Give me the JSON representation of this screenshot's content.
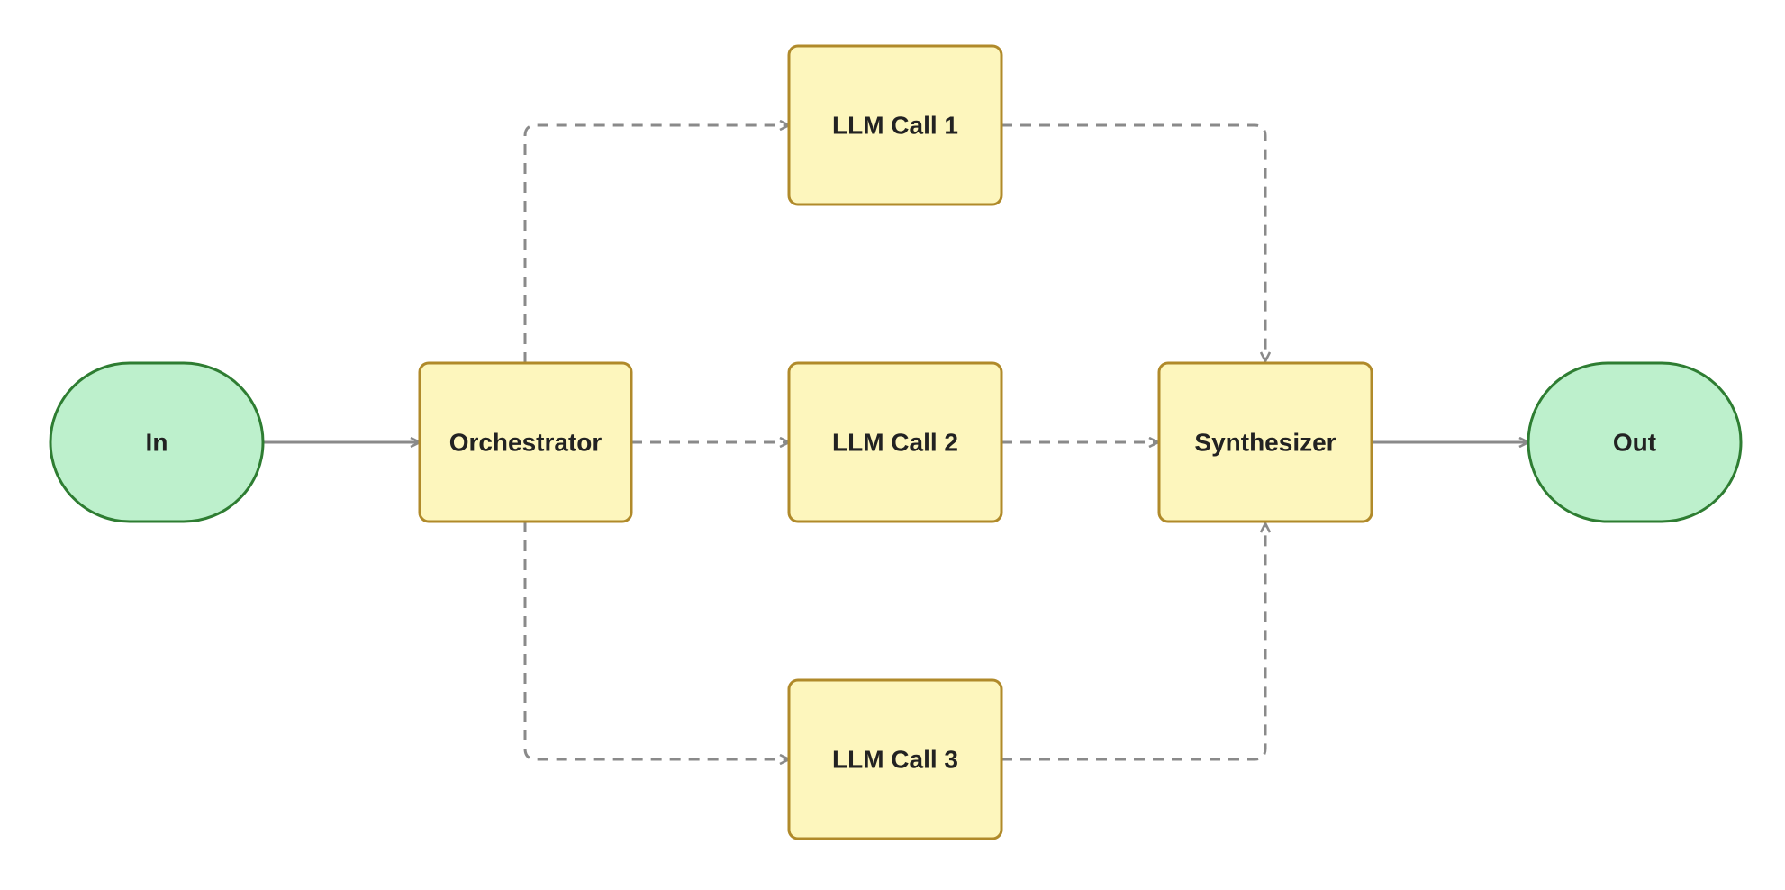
{
  "colors": {
    "terminal_fill": "#bdf0cc",
    "terminal_stroke": "#2e7d32",
    "process_fill": "#fdf6bd",
    "process_stroke": "#b08a2a",
    "edge": "#8a8a8a",
    "label": "#222222"
  },
  "nodes": {
    "input": {
      "label": "In",
      "shape": "stadium"
    },
    "orchestrator": {
      "label": "Orchestrator",
      "shape": "rounded-rect"
    },
    "llm_call_1": {
      "label": "LLM Call 1",
      "shape": "rounded-rect"
    },
    "llm_call_2": {
      "label": "LLM Call 2",
      "shape": "rounded-rect"
    },
    "llm_call_3": {
      "label": "LLM Call 3",
      "shape": "rounded-rect"
    },
    "synthesizer": {
      "label": "Synthesizer",
      "shape": "rounded-rect"
    },
    "output": {
      "label": "Out",
      "shape": "stadium"
    }
  },
  "edges": [
    {
      "from": "input",
      "to": "orchestrator",
      "style": "solid"
    },
    {
      "from": "orchestrator",
      "to": "llm_call_1",
      "style": "dashed"
    },
    {
      "from": "orchestrator",
      "to": "llm_call_2",
      "style": "dashed"
    },
    {
      "from": "orchestrator",
      "to": "llm_call_3",
      "style": "dashed"
    },
    {
      "from": "llm_call_1",
      "to": "synthesizer",
      "style": "dashed"
    },
    {
      "from": "llm_call_2",
      "to": "synthesizer",
      "style": "dashed"
    },
    {
      "from": "llm_call_3",
      "to": "synthesizer",
      "style": "dashed"
    },
    {
      "from": "synthesizer",
      "to": "output",
      "style": "solid"
    }
  ]
}
